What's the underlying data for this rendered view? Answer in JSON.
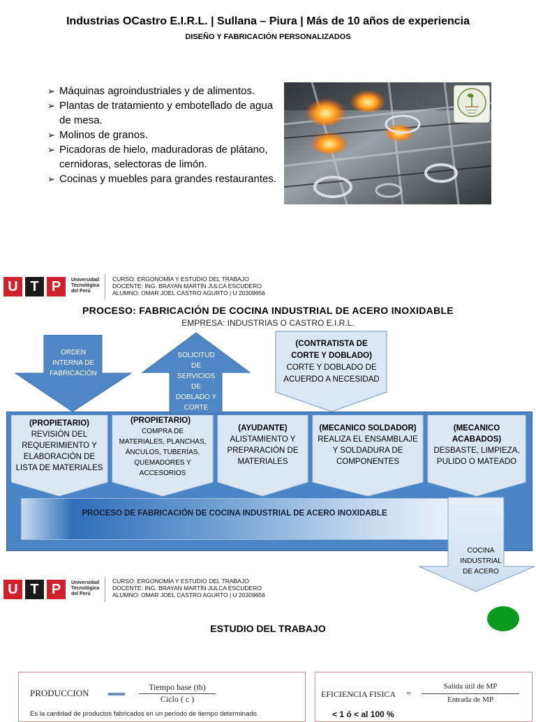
{
  "slide1": {
    "title": "Industrias OCastro E.I.R.L. | Sullana – Piura | Más de 10 años de experiencia",
    "subtitle": "DISEÑO Y FABRICACIÓN PERSONALIZADOS",
    "bullets": [
      "Máquinas agroindustriales y de alimentos.",
      "Plantas de tratamiento y embotellado de agua de mesa.",
      "Molinos de granos.",
      "Picadoras de hielo, maduradoras de plátano, cernidoras, selectoras de limón.",
      "Cocinas y muebles para grandes restaurantes."
    ]
  },
  "header": {
    "logo_letters": [
      "U",
      "T",
      "P"
    ],
    "university": [
      "Universidad",
      "Tecnológica",
      "del Perú"
    ],
    "course": "CURSO: ERGONOMÍA Y ESTUDIO DEL TRABAJO",
    "teacher": "DOCENTE: ING. BRAYAN MARTÍN JULCA ESCUDERO",
    "student": "ALUMNO: OMAR JOEL CASTRO AGURTO | U 20309656"
  },
  "slide2": {
    "title": "PROCESO: FABRICACIÓN DE COCINA INDUSTRIAL DE ACERO INOXIDABLE",
    "company": "EMPRESA: INDUSTRIAS O CASTRO E.I.R.L.",
    "input_arrow": [
      "ORDEN",
      "INTERNA DE",
      "FABRICACIÓN"
    ],
    "output_arrow": [
      "SOLICITUD",
      "DE",
      "SERVICIOS",
      "DE",
      "DOBLADO Y",
      "CORTE"
    ],
    "callout": [
      "(CONTRATISTA DE",
      "CORTE Y DOBLADO)",
      "CORTE Y DOBLADO DE",
      "ACUERDO A NECESIDAD"
    ],
    "steps": [
      {
        "lines": [
          "(PROPIETARIO)",
          "REVISIÓN DEL",
          "REQUERIMIENTO Y",
          "ELABORACIÓN DE",
          "LISTA DE MATERIALES"
        ]
      },
      {
        "head": "(PROPIETARIO)",
        "lines": [
          "COMPRA DE",
          "MATERIALES, PLANCHAS,",
          "ÁNCULOS, TUBERÍAS,",
          "QUEMADORES Y",
          "ACCESORIOS"
        ]
      },
      {
        "lines": [
          "(AYUDANTE)",
          "ALISTAMIENTO Y",
          "PREPARACIÓN DE",
          "MATERIALES"
        ]
      },
      {
        "lines": [
          "(MECANICO SOLDADOR)",
          "REALIZA EL ENSAMBLAJE",
          "Y SOLDADURA DE",
          "COMPONENTES"
        ]
      },
      {
        "lines": [
          "(MECANICO",
          "ACABADOS)",
          "DESBASTE, LIMPIEZA,",
          "PULIDO O MATEADO"
        ]
      }
    ],
    "bar_label": "PROCESO DE FABRICACIÓN DE COCINA INDUSTRIAL DE ACERO INOXIDABLE",
    "output": [
      "COCINA",
      "INDUSTRIAL",
      "DE ACERO"
    ]
  },
  "slide3": {
    "title": "ESTUDIO DEL TRABAJO",
    "formula1": {
      "label": "PRODUCCION",
      "numerator": "Tiempo base (tb)",
      "denominator": "Ciclo ( c )",
      "description": "Es la cantidad de productos fabricados en un período de tiempo determinado."
    },
    "formula2": {
      "label": "EFICIENCIA FISICA",
      "equals": "=",
      "numerator": "Salida útil de MP",
      "denominator": "Entrada de MP",
      "note": "< 1 ó < al 100 %"
    }
  },
  "colors": {
    "utp_red": "#d0202b",
    "utp_dark": "#1a1a1a",
    "process_blue": "#4a86c5",
    "arrow_blue": "#4f86c6",
    "step_fill": "#dce7f4",
    "green_dot": "#0a9a1e"
  }
}
